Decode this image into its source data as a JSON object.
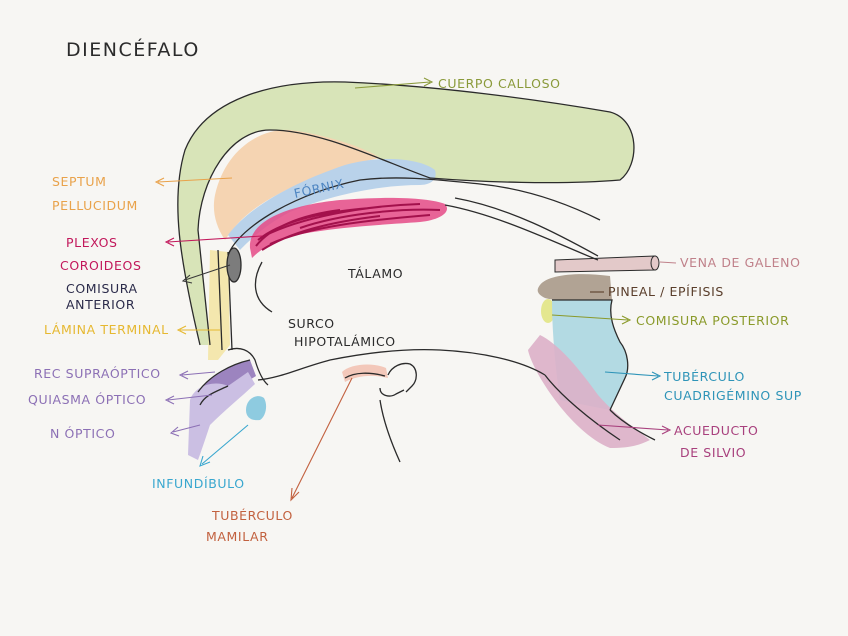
{
  "title": "DIENCÉFALO",
  "labels": {
    "cuerpo_calloso": "CUERPO CALLOSO",
    "septum_1": "SEPTUM",
    "septum_2": "PELLUCIDUM",
    "fornix": "FÓRNIX",
    "plexos_1": "PLEXOS",
    "plexos_2": "COROIDEOS",
    "comisura_ant_1": "COMISURA",
    "comisura_ant_2": "ANTERIOR",
    "lamina": "LÁMINA TERMINAL",
    "talamo": "TÁLAMO",
    "surco_1": "SURCO",
    "surco_2": "HIPOTALÁMICO",
    "rec_supra": "REC SUPRAÓPTICO",
    "quiasma": "QUIASMA ÓPTICO",
    "n_optico": "N ÓPTICO",
    "infundibulo": "INFUNDÍBULO",
    "tuber_1": "TUBÉRCULO",
    "tuber_2": "MAMILAR",
    "vena_galeno": "VENA DE GALENO",
    "pineal": "PINEAL / EPÍFISIS",
    "comisura_post": "COMISURA POSTERIOR",
    "cuadrig_1": "TUBÉRCULO",
    "cuadrig_2": "CUADRIGÉMINO SUP",
    "acueducto_1": "ACUEDUCTO",
    "acueducto_2": "DE SILVIO"
  },
  "colors": {
    "ink": "#2b2b2b",
    "callosum": "#d6e3b4",
    "callosum_label": "#8a9a3a",
    "septum": "#f5d4b2",
    "septum_label": "#e9a24a",
    "fornix": "#b9d2ea",
    "fornix_label": "#4f86c2",
    "plexus": "#c2195f",
    "plexus_label": "#c2185b",
    "anterior_commissure": "#4a4a4a",
    "lamina": "#f3e6a6",
    "lamina_label": "#e6b830",
    "supraoptic": "#8c70b5",
    "optic": "#cbbfe3",
    "infundibulum": "#39a7cf",
    "mamillary": "#f3c8ba",
    "mamillary_label": "#c2613f",
    "galeno": "#e3c9c9",
    "galeno_label": "#c0818a",
    "pineal": "#a89a89",
    "pineal_label": "#5a3e2b",
    "posterior_commissure": "#e4e78f",
    "posterior_label": "#8a9a2a",
    "colliculus": "#b3dae3",
    "colliculus_label": "#2e94b8",
    "aqueduct": "#dcb0c8",
    "aqueduct_label": "#a8407d"
  }
}
